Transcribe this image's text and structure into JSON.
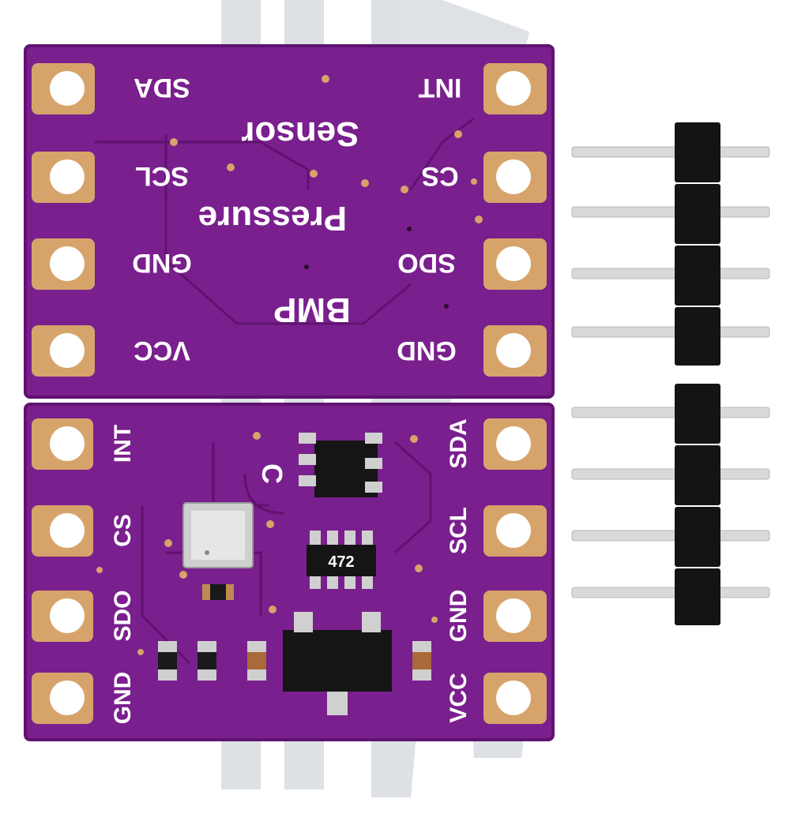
{
  "board_top": {
    "title_line1": "BMP",
    "title_line2": "Pressure",
    "title_line3": "Sensor",
    "left_pins": [
      "SDA",
      "SCL",
      "GND",
      "VCC"
    ],
    "right_pins": [
      "INT",
      "CS",
      "SDO",
      "GND"
    ]
  },
  "board_bottom": {
    "left_pins": [
      "INT",
      "CS",
      "SDO",
      "GND"
    ],
    "right_pins": [
      "SDA",
      "SCL",
      "GND",
      "VCC"
    ],
    "chip_marking": "472",
    "sensor_marking": "C"
  },
  "header_pins": {
    "strips": 2,
    "pins_per_strip": 4
  },
  "colors": {
    "pcb": "#7a1f8e",
    "pcb_dark": "#5e1370",
    "pad": "#d6a46a",
    "silkscreen": "#ffffff",
    "header_plastic": "#111111",
    "header_pin": "#d9d9d9"
  }
}
